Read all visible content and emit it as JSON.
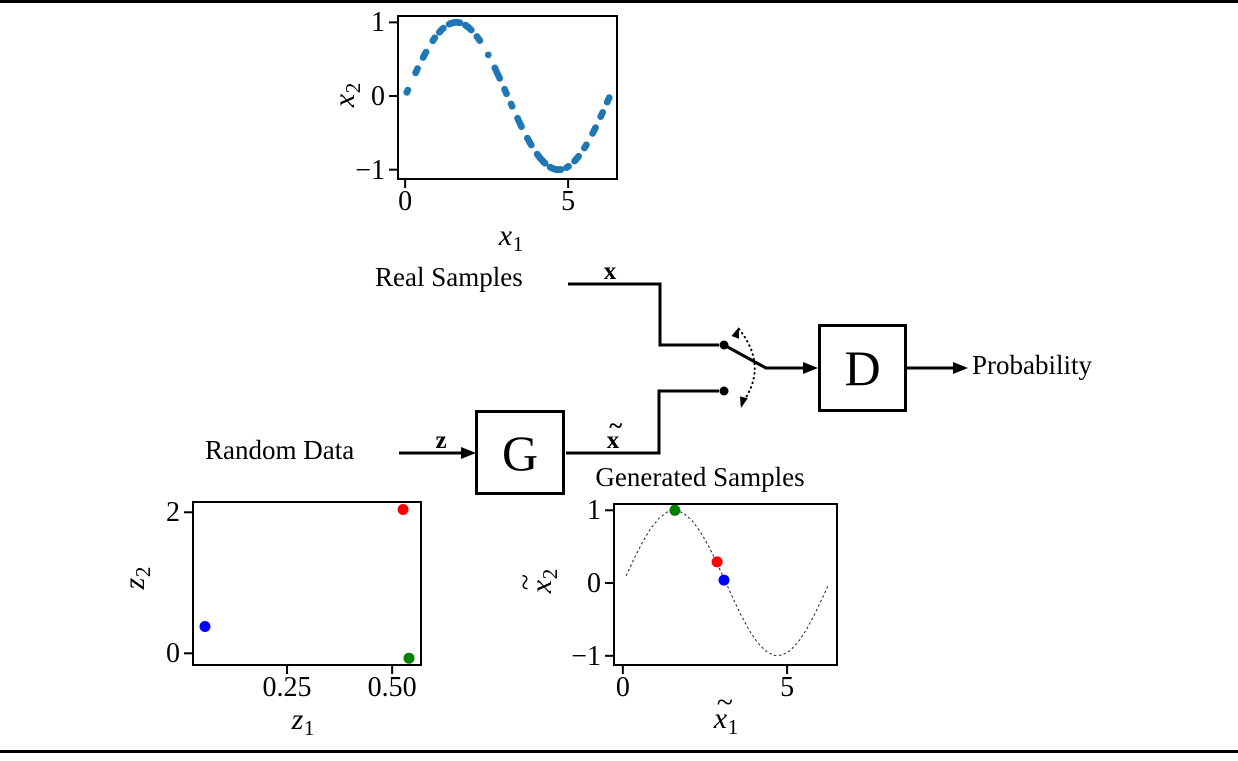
{
  "figure": {
    "background": "#ffffff",
    "rule_color": "#000000"
  },
  "diagram": {
    "real_samples": "Real Samples",
    "random_data": "Random Data",
    "probability": "Probability",
    "d_label": "D",
    "g_label": "G",
    "signals": {
      "x": {
        "tilde": "",
        "base": "x"
      },
      "z": {
        "tilde": "",
        "base": "z"
      },
      "x_tilde": {
        "tilde": "~",
        "base": "x"
      }
    },
    "line_color": "#000000"
  },
  "chart_data": [
    {
      "id": "real-samples",
      "type": "scatter",
      "title": "",
      "xlabel": {
        "tilde": "",
        "base": "x",
        "sub": "1"
      },
      "ylabel": {
        "tilde": "",
        "base": "x",
        "sub": "2"
      },
      "xlim": [
        -0.25,
        6.53
      ],
      "ylim": [
        -1.14,
        1.1
      ],
      "xticks": [
        {
          "v": 0,
          "label": "0"
        },
        {
          "v": 5,
          "label": "5"
        }
      ],
      "yticks": [
        {
          "v": 1,
          "label": "1"
        },
        {
          "v": 0,
          "label": "0"
        },
        {
          "v": -1,
          "label": "−1"
        }
      ],
      "grid": false,
      "series": [
        {
          "name": "real data sin(x1)",
          "kind": "scatter",
          "color": "#1f77b4",
          "r": 3.4,
          "points": [
            [
              0.05,
              0.05
            ],
            [
              0.08,
              0.08
            ],
            [
              0.32,
              0.315
            ],
            [
              0.35,
              0.343
            ],
            [
              0.38,
              0.371
            ],
            [
              0.55,
              0.523
            ],
            [
              0.58,
              0.548
            ],
            [
              0.61,
              0.573
            ],
            [
              0.64,
              0.597
            ],
            [
              0.85,
              0.751
            ],
            [
              0.88,
              0.771
            ],
            [
              0.91,
              0.79
            ],
            [
              1.05,
              0.867
            ],
            [
              1.08,
              0.882
            ],
            [
              1.11,
              0.896
            ],
            [
              1.14,
              0.909
            ],
            [
              1.17,
              0.921
            ],
            [
              1.35,
              0.976
            ],
            [
              1.38,
              0.982
            ],
            [
              1.41,
              0.987
            ],
            [
              1.44,
              0.991
            ],
            [
              1.47,
              0.995
            ],
            [
              1.5,
              0.997
            ],
            [
              1.53,
              0.999
            ],
            [
              1.56,
              1.0
            ],
            [
              1.59,
              1.0
            ],
            [
              1.62,
              0.999
            ],
            [
              1.65,
              0.997
            ],
            [
              1.68,
              0.994
            ],
            [
              1.85,
              0.961
            ],
            [
              1.88,
              0.953
            ],
            [
              1.91,
              0.943
            ],
            [
              1.94,
              0.933
            ],
            [
              1.97,
              0.922
            ],
            [
              2.0,
              0.909
            ],
            [
              2.03,
              0.896
            ],
            [
              2.2,
              0.808
            ],
            [
              2.23,
              0.79
            ],
            [
              2.26,
              0.772
            ],
            [
              2.29,
              0.752
            ],
            [
              2.55,
              0.558
            ],
            [
              2.75,
              0.382
            ],
            [
              2.78,
              0.354
            ],
            [
              2.81,
              0.326
            ],
            [
              2.84,
              0.297
            ],
            [
              2.87,
              0.268
            ],
            [
              2.9,
              0.239
            ],
            [
              3.05,
              0.091
            ],
            [
              3.08,
              0.062
            ],
            [
              3.11,
              0.032
            ],
            [
              3.25,
              -0.108
            ],
            [
              3.28,
              -0.138
            ],
            [
              3.45,
              -0.303
            ],
            [
              3.48,
              -0.332
            ],
            [
              3.51,
              -0.36
            ],
            [
              3.54,
              -0.388
            ],
            [
              3.57,
              -0.415
            ],
            [
              3.75,
              -0.571
            ],
            [
              3.78,
              -0.596
            ],
            [
              3.81,
              -0.62
            ],
            [
              3.84,
              -0.643
            ],
            [
              3.87,
              -0.665
            ],
            [
              4.05,
              -0.788
            ],
            [
              4.08,
              -0.807
            ],
            [
              4.11,
              -0.824
            ],
            [
              4.14,
              -0.841
            ],
            [
              4.17,
              -0.856
            ],
            [
              4.2,
              -0.871
            ],
            [
              4.23,
              -0.886
            ],
            [
              4.26,
              -0.899
            ],
            [
              4.29,
              -0.912
            ],
            [
              4.45,
              -0.966
            ],
            [
              4.48,
              -0.973
            ],
            [
              4.51,
              -0.98
            ],
            [
              4.54,
              -0.985
            ],
            [
              4.57,
              -0.99
            ],
            [
              4.6,
              -0.994
            ],
            [
              4.63,
              -0.997
            ],
            [
              4.66,
              -0.999
            ],
            [
              4.69,
              -1.0
            ],
            [
              4.72,
              -1.0
            ],
            [
              4.75,
              -0.999
            ],
            [
              4.78,
              -0.998
            ],
            [
              4.95,
              -0.972
            ],
            [
              4.98,
              -0.964
            ],
            [
              5.01,
              -0.956
            ],
            [
              5.2,
              -0.882
            ],
            [
              5.23,
              -0.867
            ],
            [
              5.26,
              -0.852
            ],
            [
              5.29,
              -0.835
            ],
            [
              5.32,
              -0.818
            ],
            [
              5.5,
              -0.706
            ],
            [
              5.53,
              -0.684
            ],
            [
              5.56,
              -0.662
            ],
            [
              5.75,
              -0.508
            ],
            [
              5.78,
              -0.482
            ],
            [
              5.81,
              -0.456
            ],
            [
              5.84,
              -0.429
            ],
            [
              6.0,
              -0.279
            ],
            [
              6.03,
              -0.251
            ],
            [
              6.06,
              -0.222
            ],
            [
              6.2,
              -0.083
            ],
            [
              6.23,
              -0.053
            ],
            [
              6.26,
              -0.023
            ]
          ]
        }
      ]
    },
    {
      "id": "latent-z",
      "type": "scatter",
      "title": "",
      "xlabel": {
        "tilde": "",
        "base": "z",
        "sub": "1"
      },
      "ylabel": {
        "tilde": "",
        "base": "z",
        "sub": "2"
      },
      "xlim": [
        0.024,
        0.571
      ],
      "ylim": [
        -0.18,
        2.16
      ],
      "xticks": [
        {
          "v": 0.25,
          "label": "0.25"
        },
        {
          "v": 0.5,
          "label": "0.50"
        }
      ],
      "yticks": [
        {
          "v": 2,
          "label": "2"
        },
        {
          "v": 0,
          "label": "0"
        }
      ],
      "grid": false,
      "series": [
        {
          "name": "red z sample",
          "kind": "scatter",
          "color": "#ff0000",
          "r": 5.5,
          "points": [
            [
              0.526,
              2.04
            ]
          ]
        },
        {
          "name": "blue z sample",
          "kind": "scatter",
          "color": "#0000ff",
          "r": 5.5,
          "points": [
            [
              0.055,
              0.38
            ]
          ]
        },
        {
          "name": "green z sample",
          "kind": "scatter",
          "color": "#008000",
          "r": 5.5,
          "points": [
            [
              0.54,
              -0.07
            ]
          ]
        }
      ]
    },
    {
      "id": "generated-samples",
      "type": "scatter",
      "title": "Generated Samples",
      "xlabel": {
        "tilde": "~",
        "base": "x",
        "sub": "1"
      },
      "ylabel": {
        "tilde": "~",
        "base": "x",
        "sub": "2"
      },
      "xlim": [
        -0.3,
        6.55
      ],
      "ylim": [
        -1.14,
        1.1
      ],
      "xticks": [
        {
          "v": 0,
          "label": "0"
        },
        {
          "v": 5,
          "label": "5"
        }
      ],
      "yticks": [
        {
          "v": 1,
          "label": "1"
        },
        {
          "v": 0,
          "label": "0"
        },
        {
          "v": -1,
          "label": "−1"
        }
      ],
      "grid": false,
      "series": [
        {
          "name": "sine reference curve",
          "kind": "line",
          "color": "#222222",
          "width": 1,
          "dash": "2.5 2.5",
          "points": [
            [
              0.1,
              0.1
            ],
            [
              0.35,
              0.343
            ],
            [
              0.6,
              0.565
            ],
            [
              0.85,
              0.751
            ],
            [
              1.1,
              0.891
            ],
            [
              1.35,
              0.976
            ],
            [
              1.6,
              1.0
            ],
            [
              1.85,
              0.961
            ],
            [
              2.1,
              0.863
            ],
            [
              2.35,
              0.711
            ],
            [
              2.6,
              0.516
            ],
            [
              2.85,
              0.288
            ],
            [
              3.1,
              0.042
            ],
            [
              3.35,
              -0.208
            ],
            [
              3.6,
              -0.443
            ],
            [
              3.85,
              -0.651
            ],
            [
              4.1,
              -0.818
            ],
            [
              4.35,
              -0.934
            ],
            [
              4.6,
              -0.994
            ],
            [
              4.85,
              -0.992
            ],
            [
              5.1,
              -0.926
            ],
            [
              5.35,
              -0.803
            ],
            [
              5.6,
              -0.631
            ],
            [
              5.85,
              -0.42
            ],
            [
              6.1,
              -0.182
            ],
            [
              6.25,
              -0.033
            ]
          ]
        },
        {
          "name": "green generated sample",
          "kind": "scatter",
          "color": "#008000",
          "r": 5.5,
          "points": [
            [
              1.585,
              1.0
            ]
          ]
        },
        {
          "name": "red generated sample",
          "kind": "scatter",
          "color": "#ff0000",
          "r": 5.5,
          "points": [
            [
              2.87,
              0.29
            ]
          ]
        },
        {
          "name": "blue generated sample",
          "kind": "scatter",
          "color": "#0000ff",
          "r": 5.5,
          "points": [
            [
              3.08,
              0.04
            ]
          ]
        }
      ]
    }
  ]
}
